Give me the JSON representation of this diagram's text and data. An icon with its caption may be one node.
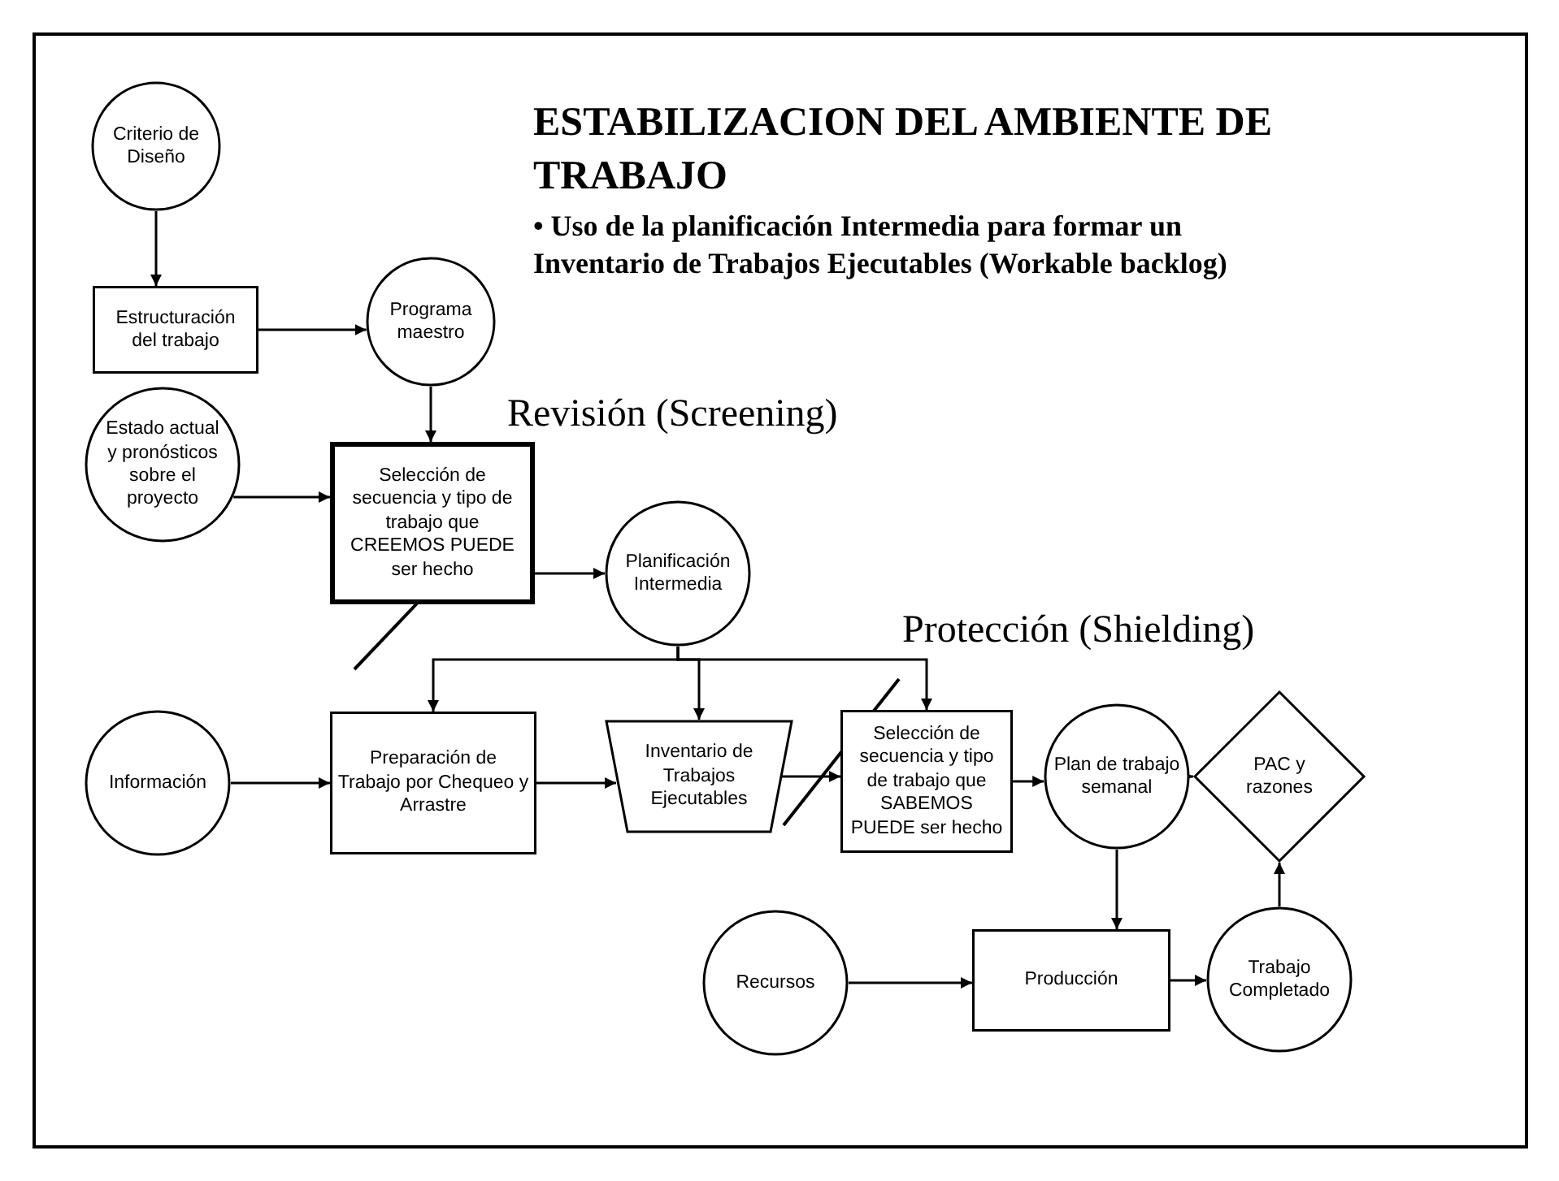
{
  "diagram": {
    "title": "ESTABILIZACION DEL AMBIENTE DE TRABAJO",
    "nodes": [
      {
        "text": [
          "Criterio de Diseño"
        ]
      },
      {
        "text": [
          "Estructuración del trabajo"
        ]
      },
      {
        "text": [
          "Programa maestro"
        ]
      },
      {
        "text": [
          "Estado actual y pronósticos sobre el proyecto"
        ]
      },
      {
        "text": [
          "Selección de secuencia y tipo de trabajo que CREEMOS PUEDE ser hecho"
        ]
      },
      {
        "text": [
          "Planificación Intermedia"
        ]
      },
      {
        "text": [
          "Información"
        ]
      },
      {
        "text": [
          "Preparación de Trabajo por Chequeo y Arrastre"
        ]
      },
      {
        "text": [
          "Inventario de Trabajos Ejecutables"
        ]
      },
      {
        "text": [
          "Selección de secuencia y tipo de trabajo que SABEMOS PUEDE ser hecho"
        ]
      },
      {
        "text": [
          "Plan de trabajo semanal"
        ]
      },
      {
        "text": [
          "PAC y razones"
        ]
      },
      {
        "text": [
          "Recursos"
        ]
      },
      {
        "text": [
          "Producción"
        ]
      },
      {
        "text": [
          "Trabajo Completado"
        ]
      }
    ],
    "edges": [
      {
        "from": 0,
        "to": 1,
        "arrow": "to"
      },
      {
        "from": 1,
        "to": 2,
        "arrow": "to"
      },
      {
        "from": 2,
        "to": 4,
        "arrow": "to"
      },
      {
        "from": 3,
        "to": 4,
        "arrow": "to"
      },
      {
        "from": 4,
        "to": 5,
        "arrow": "to"
      },
      {
        "from": 5,
        "to": 7,
        "arrow": "to"
      },
      {
        "from": 5,
        "to": 8,
        "arrow": "to"
      },
      {
        "from": 5,
        "to": 9,
        "arrow": "to"
      },
      {
        "from": 6,
        "to": 7,
        "arrow": "to"
      },
      {
        "from": 7,
        "to": 8,
        "arrow": "to"
      },
      {
        "from": 8,
        "to": 9,
        "arrow": "to"
      },
      {
        "from": 9,
        "to": 10,
        "arrow": "to"
      },
      {
        "from": 10,
        "to": 11,
        "arrow": "to"
      },
      {
        "from": 10,
        "to": 13,
        "arrow": "to"
      },
      {
        "from": 12,
        "to": 13,
        "arrow": "to"
      },
      {
        "from": 13,
        "to": 14,
        "arrow": "to"
      },
      {
        "from": 14,
        "to": 11,
        "arrow": "to"
      }
    ],
    "labels": [
      "• Uso de la planificación Intermedia para formar un Inventario de Trabajos Ejecutables (Workable backlog)",
      "Revisión (Screening)",
      "Protección (Shielding)"
    ]
  }
}
